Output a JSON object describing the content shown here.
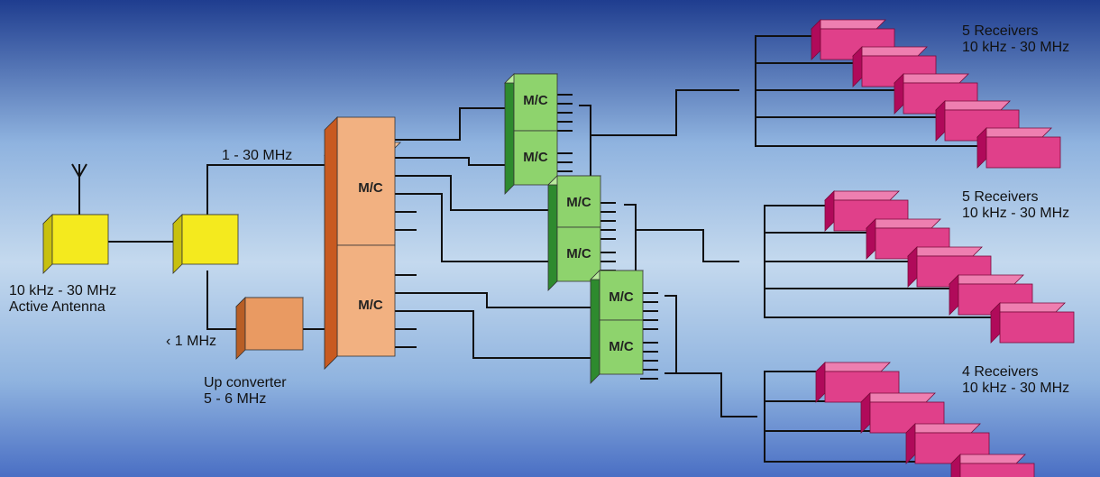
{
  "colors": {
    "bg_top": "#1f3d8f",
    "bg_mid": "#8fb3df",
    "bg_bottom": "#4a6fc4",
    "antenna_yellow": "#f4ea1e",
    "up_converter_orange": "#e99a62",
    "big_mc_orange": "#f2b181",
    "big_mc_side": "#c85a20",
    "small_mc_green": "#8ed36d",
    "small_mc_side": "#2e8a2e",
    "receiver_magenta": "#e0408a",
    "receiver_side": "#b00a5a",
    "line": "#111111"
  },
  "labels": {
    "freq_1_30": "1 - 30 MHz",
    "active_antenna_freq": "10 kHz - 30 MHz",
    "active_antenna_name": "Active Antenna",
    "lt_1mhz": "‹ 1 MHz",
    "up_converter_name": "Up converter",
    "up_converter_freq": "5 - 6 MHz"
  },
  "multicouplers": {
    "large": [
      "M/C",
      "M/C"
    ],
    "small": [
      "M/C",
      "M/C",
      "M/C",
      "M/C",
      "M/C",
      "M/C"
    ]
  },
  "receiver_groups": [
    {
      "count_label": "5 Receivers",
      "range_label": "10 kHz - 30 MHz",
      "count": 5
    },
    {
      "count_label": "5 Receivers",
      "range_label": "10 kHz - 30 MHz",
      "count": 5
    },
    {
      "count_label": "4 Receivers",
      "range_label": "10 kHz - 30 MHz",
      "count": 4
    }
  ]
}
